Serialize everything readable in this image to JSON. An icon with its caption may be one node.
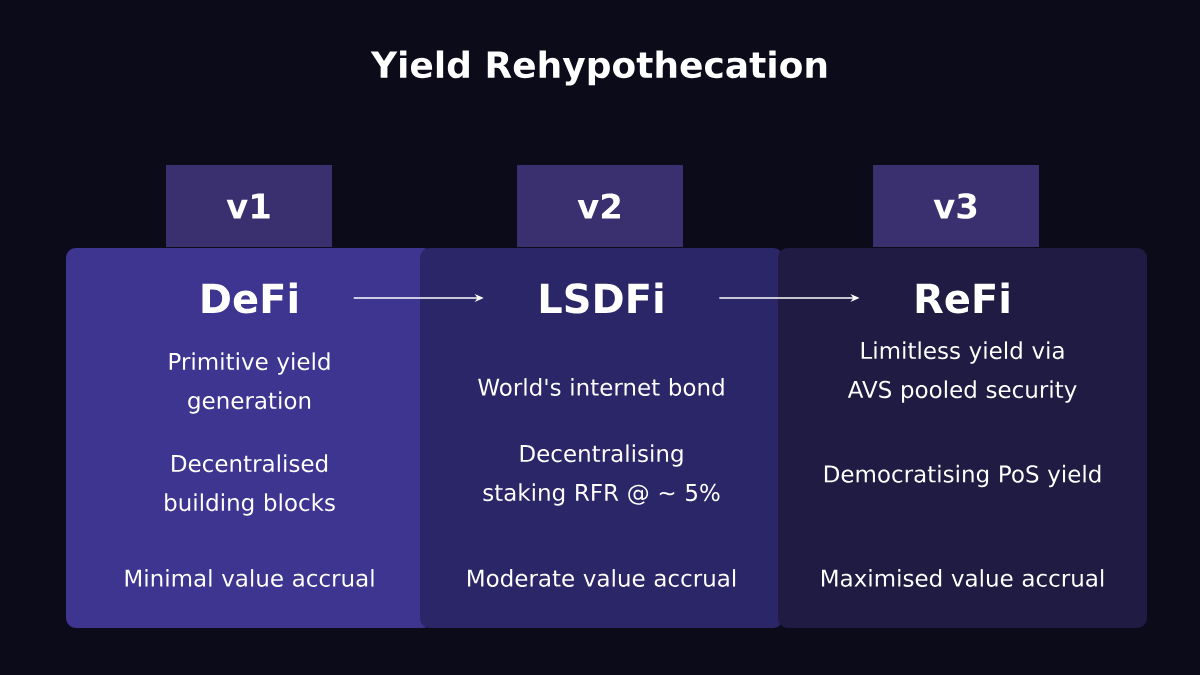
{
  "diagram": {
    "title": "Yield Rehypothecation",
    "nodes": [
      {
        "text": [
          "v1"
        ]
      },
      {
        "text": [
          "v2"
        ]
      },
      {
        "text": [
          "v3"
        ]
      },
      {
        "text": [
          "DeFi",
          "Primitive yield generation",
          "Decentralised building blocks",
          "Minimal value accrual"
        ]
      },
      {
        "text": [
          "LSDFi",
          "World's internet bond",
          "Decentralising staking RFR @ ~ 5%",
          "Moderate value accrual"
        ]
      },
      {
        "text": [
          "ReFi",
          "Limitless yield via AVS pooled security",
          "Democratising PoS yield",
          "Maximised value accrual"
        ]
      }
    ],
    "edges": [
      {
        "from": 3,
        "to": 4,
        "arrow": "to"
      },
      {
        "from": 4,
        "to": 5,
        "arrow": "to"
      }
    ]
  }
}
